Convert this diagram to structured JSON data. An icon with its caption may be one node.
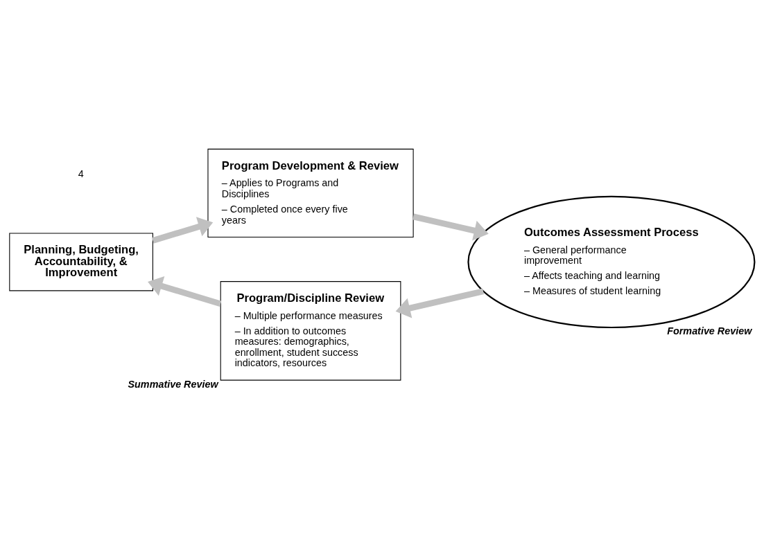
{
  "diagram": {
    "nodes": [
      {
        "text": [
          "Planning, Budgeting, Accountability, & Improvement"
        ]
      },
      {
        "text": [
          "Program Development & Review",
          "– Applies to Programs and Disciplines",
          "– Completed once every five years"
        ]
      },
      {
        "text": [
          "Outcomes Assessment Process",
          "– General performance improvement",
          "– Affects teaching and learning",
          "– Measures of student learning"
        ],
        "beside": [
          "Formative Review"
        ]
      },
      {
        "text": [
          "Program/Discipline Review",
          "– Multiple performance measures",
          "– In addition to outcomes measures: demographics, enrollment, student success indicators, resources"
        ],
        "beside": [
          "Summative Review"
        ]
      }
    ],
    "edges": [
      {
        "from": 0,
        "to": 1,
        "arrow": "to"
      },
      {
        "from": 1,
        "to": 2,
        "arrow": "to"
      },
      {
        "from": 2,
        "to": 3,
        "arrow": "to"
      },
      {
        "from": 3,
        "to": 0,
        "arrow": "to"
      }
    ],
    "labels": [
      "4"
    ]
  }
}
